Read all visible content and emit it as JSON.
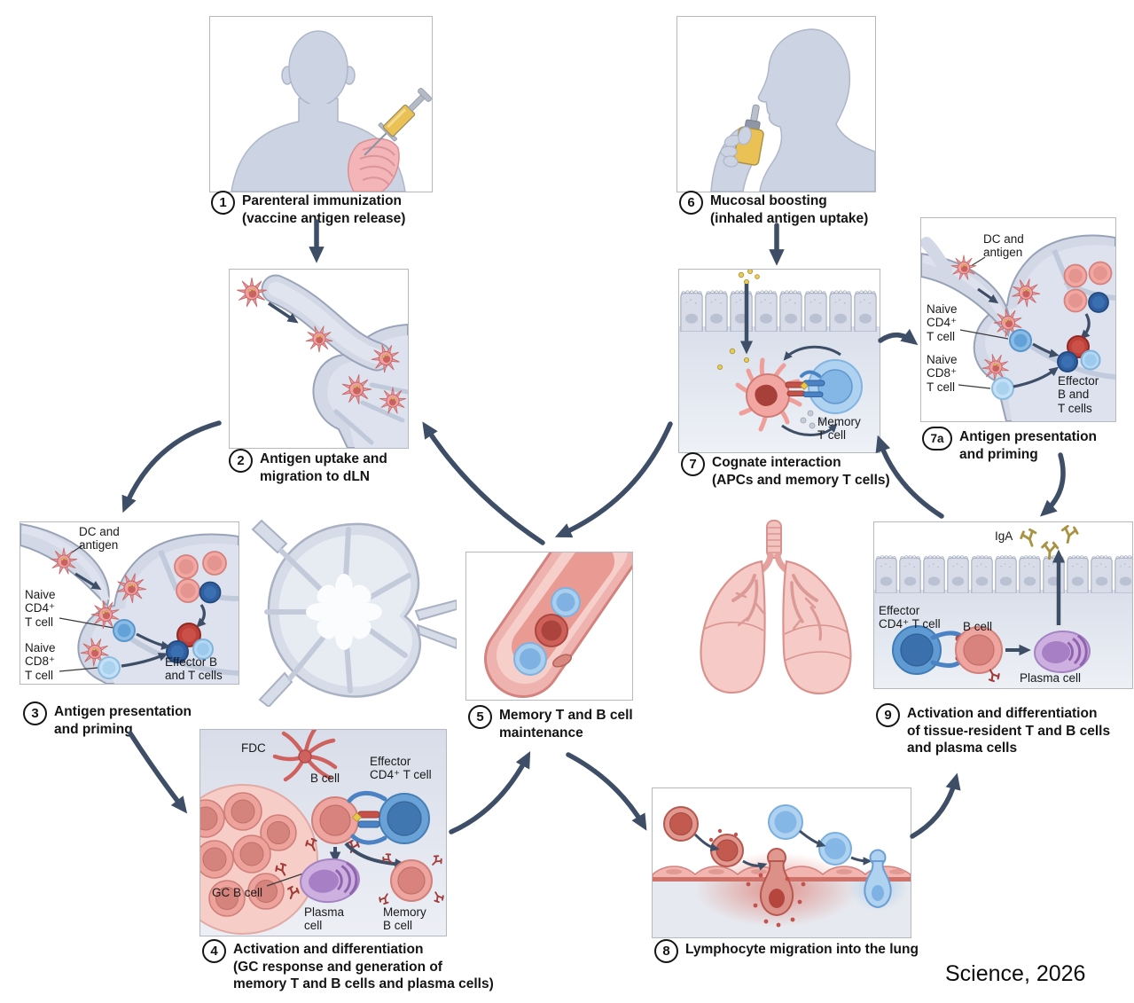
{
  "credit": "Science, 2026",
  "colors": {
    "arrow": "#3d4e66",
    "panel_border": "#b3b8c2",
    "tissue_tint": "#dde2ec",
    "dendritic_cell_pink": "#ef9fa0",
    "t_cell_blue": "#6aa0d4",
    "naive_cd8_light_blue": "#bcdcf2",
    "b_cell_salmon": "#efa59f",
    "effector_dark_blue": "#30609f",
    "effector_red": "#bf4038",
    "plasma_cell_purple": "#cdb0e0",
    "antibody_dark_red": "#a03c38",
    "iga_gold": "#a89344",
    "vaccine_yellow": "#e9c154",
    "person_silhouette": "#ccd3e2",
    "lung_pink": "#f6cac6"
  },
  "steps": {
    "s1": {
      "num": "1",
      "text": "Parenteral immunization\n(vaccine antigen release)"
    },
    "s2": {
      "num": "2",
      "text": "Antigen uptake and\nmigration to dLN"
    },
    "s3": {
      "num": "3",
      "text": "Antigen presentation\nand priming"
    },
    "s4": {
      "num": "4",
      "text": "Activation and differentiation\n(GC response and generation of\nmemory T and B cells and plasma cells)"
    },
    "s5": {
      "num": "5",
      "text": "Memory T and B cell\nmaintenance"
    },
    "s6": {
      "num": "6",
      "text": "Mucosal boosting\n(inhaled antigen uptake)"
    },
    "s7": {
      "num": "7",
      "text": "Cognate interaction\n(APCs and memory T cells)"
    },
    "s7a": {
      "num": "7a",
      "text": "Antigen presentation\nand priming"
    },
    "s8": {
      "num": "8",
      "text": "Lymphocyte migration into the lung"
    },
    "s9": {
      "num": "9",
      "text": "Activation and differentiation\nof tissue-resident T and B cells\nand plasma cells"
    }
  },
  "panel_labels": {
    "p3": {
      "dc": "DC and\nantigen",
      "cd4": "Naive\nCD4⁺\nT cell",
      "cd8": "Naive\nCD8⁺\nT cell",
      "effector": "Effector B\nand T cells"
    },
    "p4": {
      "fdc": "FDC",
      "bcell": "B cell",
      "tcell": "Effector\nCD4⁺ T cell",
      "gc": "GC B cell",
      "plasma": "Plasma\ncell",
      "memb": "Memory\nB cell"
    },
    "p7": {
      "memt": "Memory\nT cell"
    },
    "p7a": {
      "dc": "DC and\nantigen",
      "cd4": "Naive\nCD4⁺\nT cell",
      "cd8": "Naive\nCD8⁺\nT cell",
      "effector": "Effector\nB and\nT cells"
    },
    "p9": {
      "iga": "IgA",
      "tcell": "Effector\nCD4⁺ T cell",
      "bcell": "B cell",
      "plasma": "Plasma cell"
    }
  }
}
